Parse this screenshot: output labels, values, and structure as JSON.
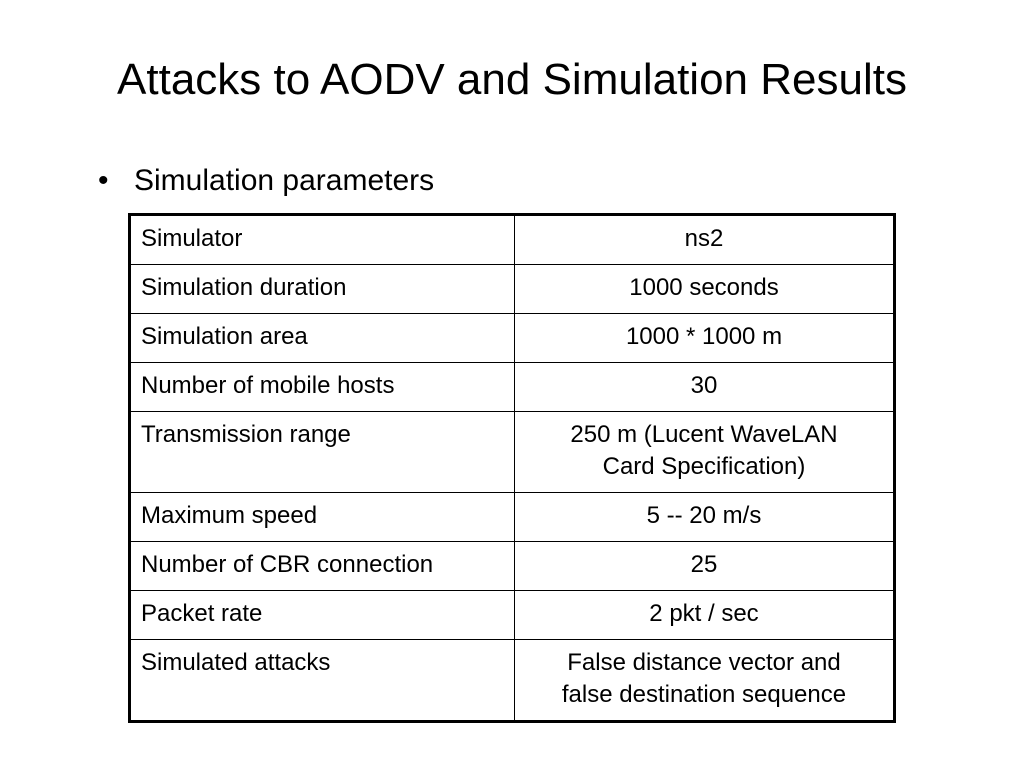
{
  "slide": {
    "title": "Attacks to AODV and Simulation Results",
    "bullet_symbol": "•",
    "bullet_text": "Simulation parameters"
  },
  "table": {
    "rows": [
      {
        "name": "Simulator",
        "value": "ns2"
      },
      {
        "name": "Simulation duration",
        "value": "1000 seconds"
      },
      {
        "name": "Simulation area",
        "value": "1000 * 1000 m"
      },
      {
        "name": "Number of mobile hosts",
        "value": "30"
      },
      {
        "name": "Transmission range",
        "value_lines": [
          "250 m (Lucent WaveLAN",
          "Card Specification)"
        ]
      },
      {
        "name": "Maximum speed",
        "value": "5 -- 20 m/s"
      },
      {
        "name": "Number of CBR connection",
        "value": "25"
      },
      {
        "name": "Packet rate",
        "value": "2 pkt / sec"
      },
      {
        "name": "Simulated attacks",
        "value_lines": [
          "False distance vector and",
          "false destination sequence"
        ]
      }
    ]
  }
}
